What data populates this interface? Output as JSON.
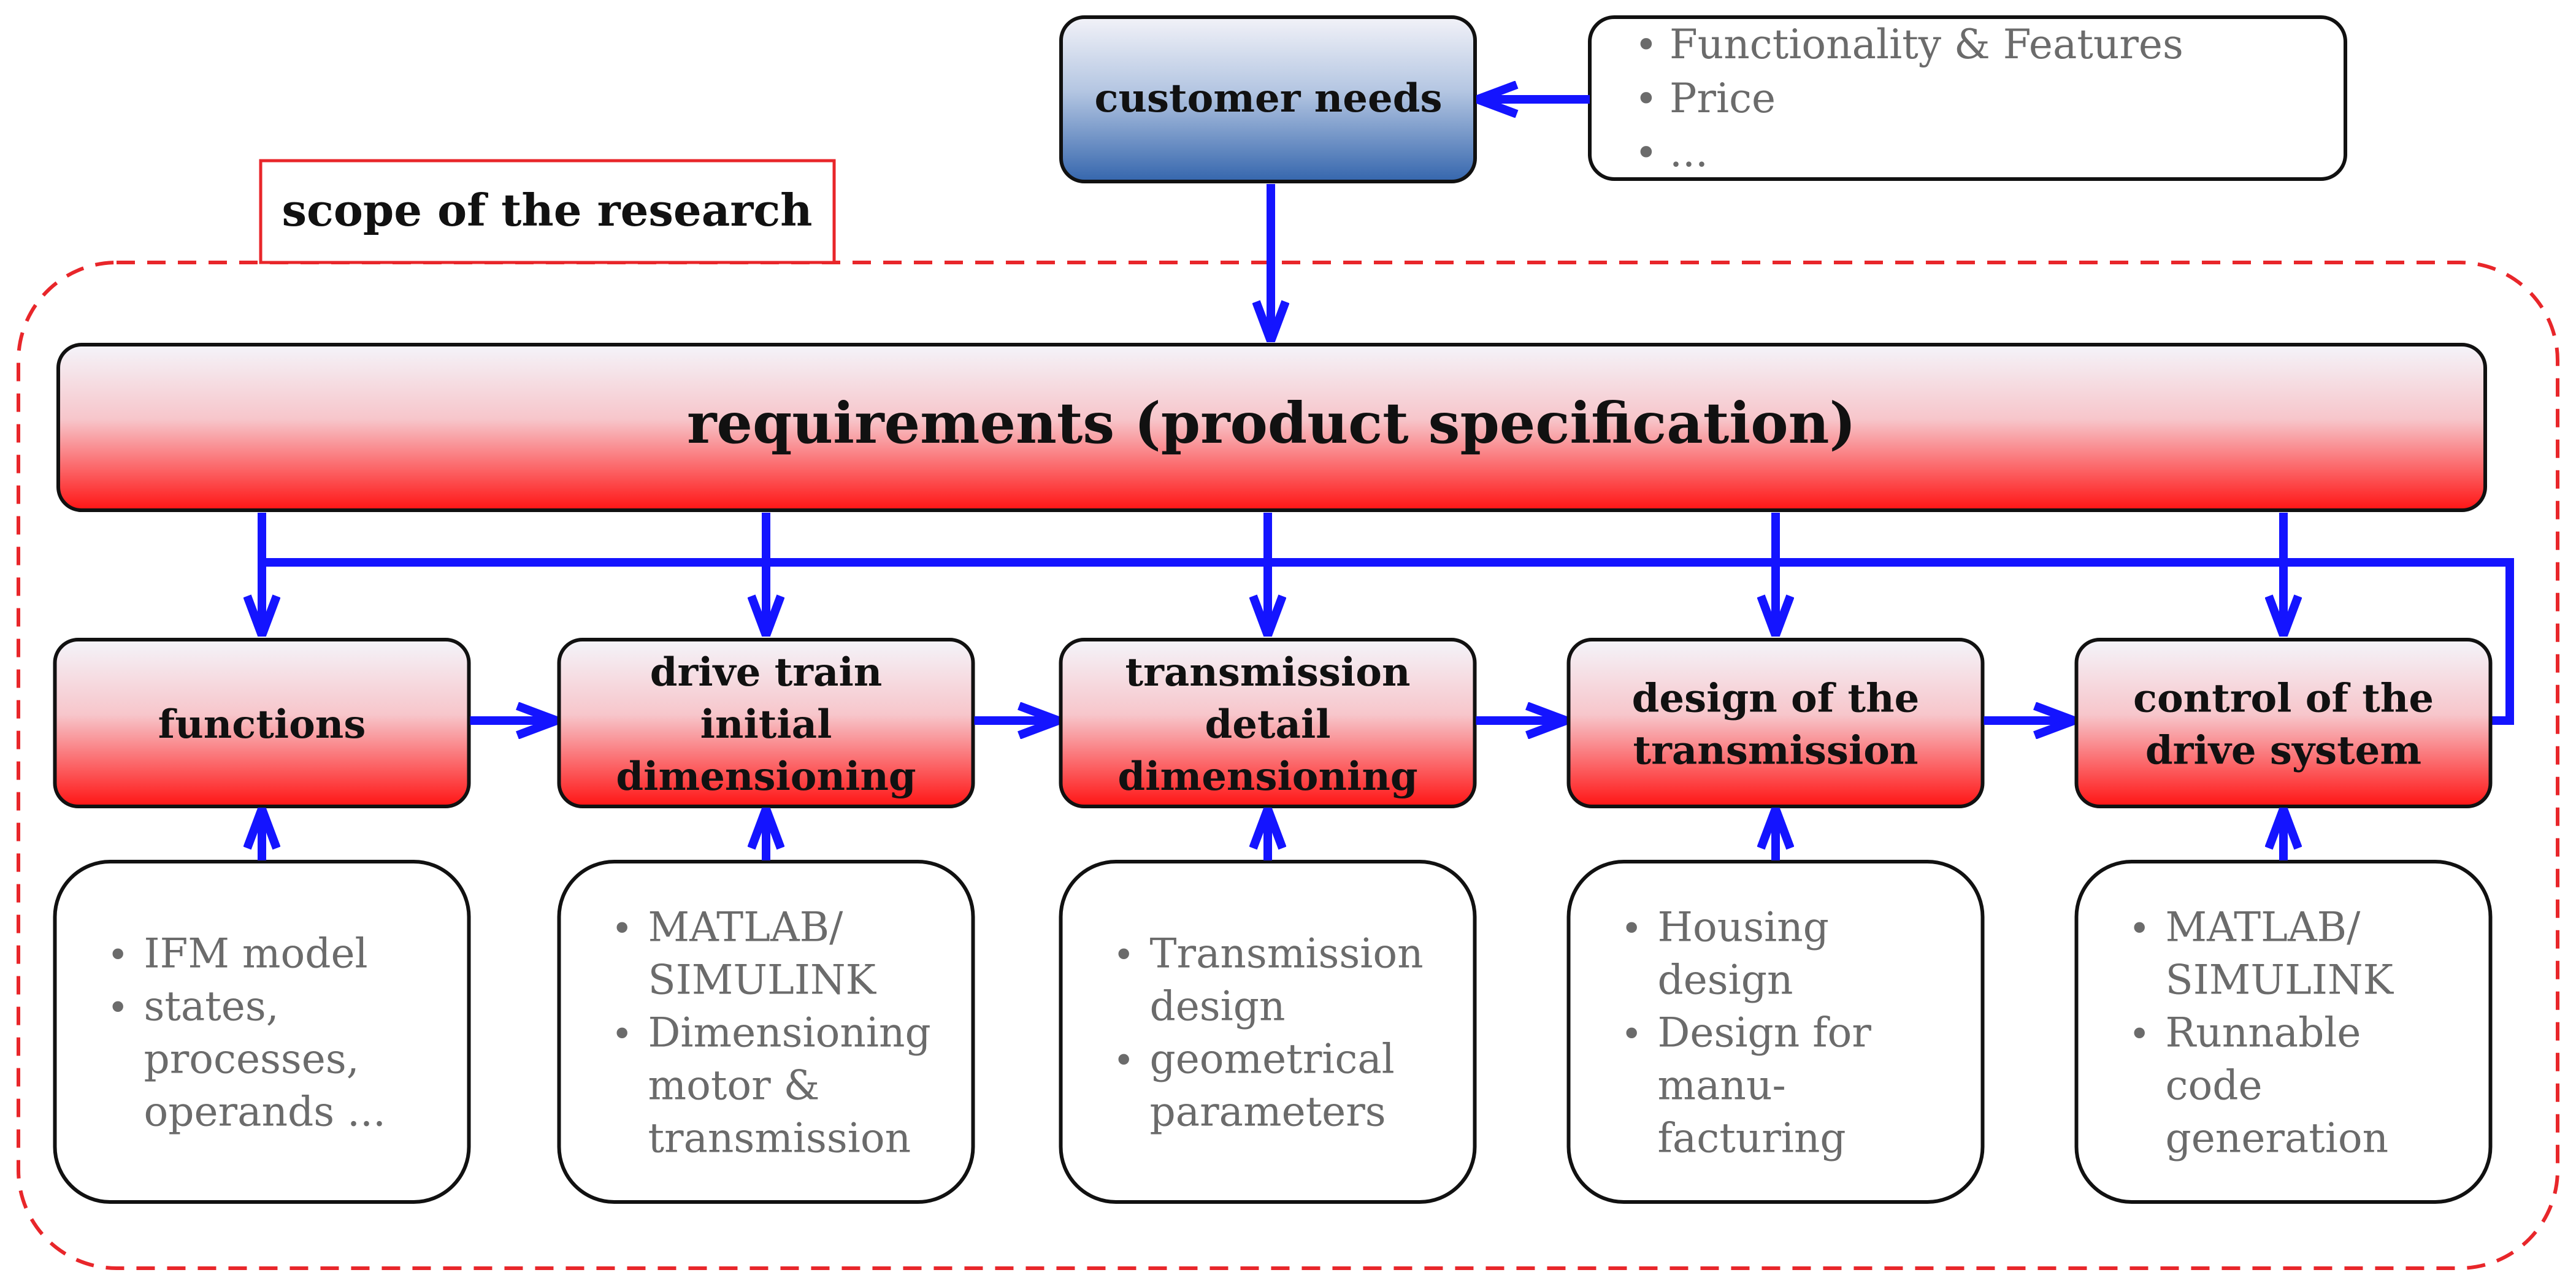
{
  "colors": {
    "arrow": "#1414ff",
    "red": "#ff1a1a",
    "blue": "#3566ad",
    "scope_border": "#e8262a",
    "bullet_text": "#6b6b6b"
  },
  "scope_label": "scope of the research",
  "customer_needs": {
    "label": "customer needs",
    "items": [
      "Functionality & Features",
      "Price",
      "..."
    ]
  },
  "requirements": {
    "label": "requirements (product specification)"
  },
  "steps": [
    {
      "lines": [
        "functions"
      ],
      "tools": [
        [
          "IFM model"
        ],
        [
          "states,",
          "processes,",
          "operands ..."
        ]
      ]
    },
    {
      "lines": [
        "drive train",
        "initial",
        "dimensioning"
      ],
      "tools": [
        [
          "MATLAB/",
          "SIMULINK"
        ],
        [
          "Dimensioning",
          "motor &",
          "transmission"
        ]
      ]
    },
    {
      "lines": [
        "transmission",
        "detail",
        "dimensioning"
      ],
      "tools": [
        [
          "Transmission",
          "design"
        ],
        [
          "geometrical",
          "parameters"
        ]
      ]
    },
    {
      "lines": [
        "design of the",
        "transmission"
      ],
      "tools": [
        [
          "Housing",
          "design"
        ],
        [
          "Design for",
          "manu-",
          "facturing"
        ]
      ]
    },
    {
      "lines": [
        "control of the",
        "drive system"
      ],
      "tools": [
        [
          "MATLAB/",
          "SIMULINK"
        ],
        [
          "Runnable",
          "code",
          "generation"
        ]
      ]
    }
  ]
}
